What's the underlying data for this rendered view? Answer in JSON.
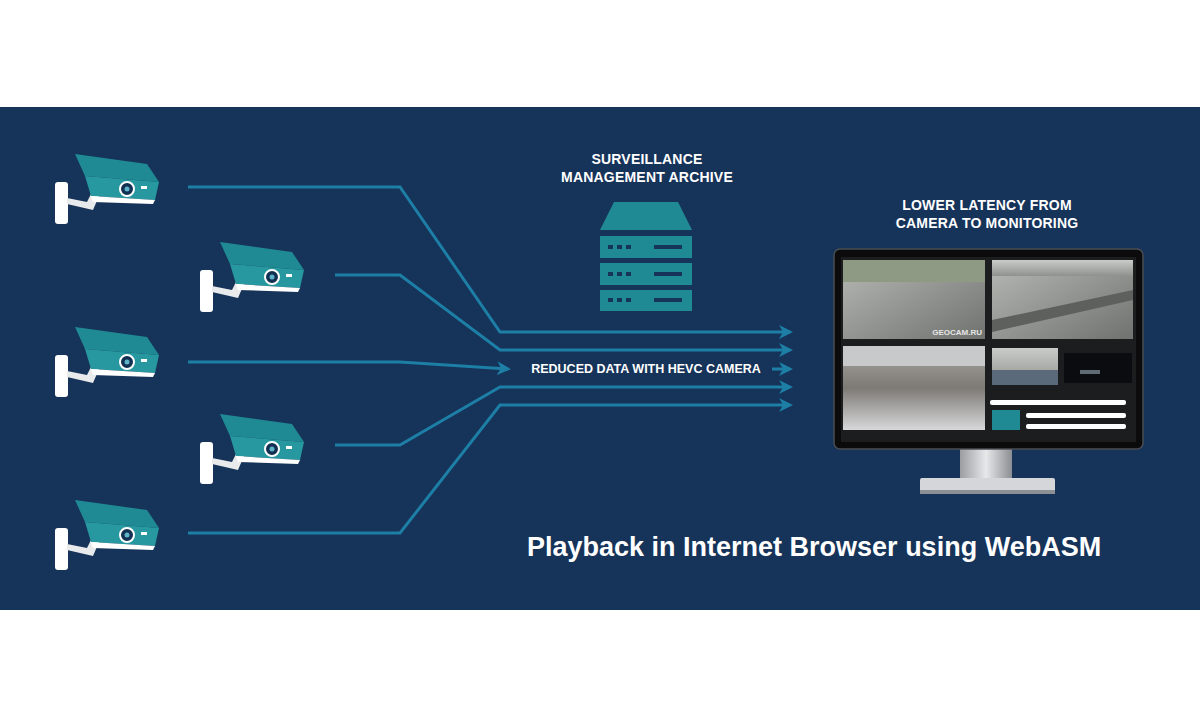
{
  "diagram": {
    "title": "Playback in Internet Browser using WebASM",
    "nodes": [
      {
        "text": [
          "SURVEILLANCE MANAGEMENT ARCHIVE"
        ]
      },
      {
        "text": [
          "LOWER LATENCY FROM CAMERA TO MONITORING"
        ]
      }
    ],
    "labels": [
      "REDUCED DATA WITH HEVC CAMERA",
      "GEOCAM.RU"
    ]
  }
}
